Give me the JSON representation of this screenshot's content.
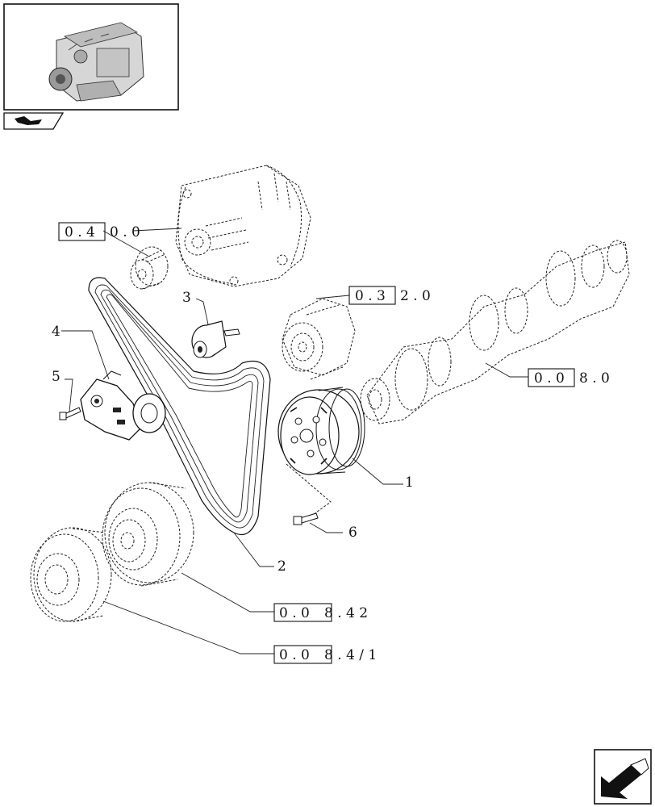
{
  "callouts": {
    "c1": "1",
    "c2": "2",
    "c3": "3",
    "c4": "4",
    "c5": "5",
    "c6": "6"
  },
  "references": {
    "alternator": {
      "boxed": "0 . 4",
      "rest": "0 . 0"
    },
    "water_pump": {
      "boxed": "0 . 3",
      "rest": "2 . 0"
    },
    "crankshaft": {
      "boxed": "0 . 0",
      "rest": "8 . 0"
    },
    "damper": {
      "boxed": "0 . 0",
      "rest": "8 . 4 2"
    },
    "pulley": {
      "boxed": "0 . 0",
      "rest": "8 . 4 / 1"
    }
  },
  "icons": {
    "thumbnail": "engine-thumbnail",
    "nav_small": "book-arrow-icon",
    "nav_large": "next-page-arrow-icon"
  }
}
